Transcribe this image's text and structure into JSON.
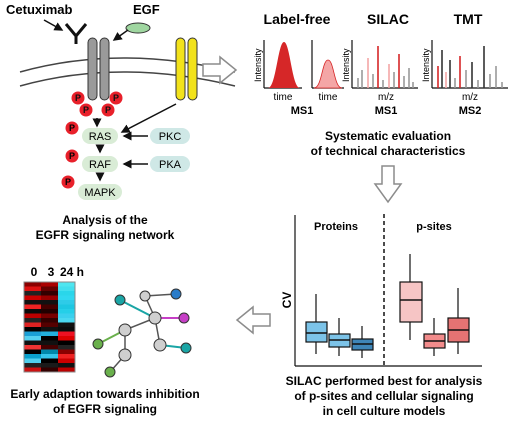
{
  "pathway": {
    "cetuximab": "Cetuximab",
    "egf": "EGF",
    "p": "P",
    "ras": "RAS",
    "raf": "RAF",
    "mapk": "MAPK",
    "pkc": "PKC",
    "pka": "PKA",
    "caption_line1": "Analysis of the",
    "caption_line2": "EGFR signaling network"
  },
  "methods": {
    "labelfree": "Label-free",
    "silac": "SILAC",
    "tmt": "TMT",
    "intensity": "Intensity",
    "time": "time",
    "mz": "m/z",
    "ms1": "MS1",
    "ms2": "MS2",
    "caption_line1": "Systematic evaluation",
    "caption_line2": "of technical characteristics"
  },
  "boxplot": {
    "proteins": "Proteins",
    "psites": "p-sites",
    "ylabel": "CV",
    "caption_line1": "SILAC performed best for analysis",
    "caption_line2": "of p-sites and cellular signaling",
    "caption_line3": "in cell culture models"
  },
  "heatmap": {
    "t0": "0",
    "t3": "3",
    "t24": "24 h",
    "caption_line1": "Early adaption towards inhibition",
    "caption_line2": "of EGFR signaling"
  },
  "colors": {
    "p_red": "#e8202a",
    "node_green": "#d9ecd6",
    "node_teal": "#cfe8e6",
    "peak_red": "#d62728",
    "peak_pink": "#f4a6a6",
    "box_blue": "#7cc3e8",
    "box_red": "#f28b8b",
    "arrow_gray": "#8c8c8c"
  }
}
